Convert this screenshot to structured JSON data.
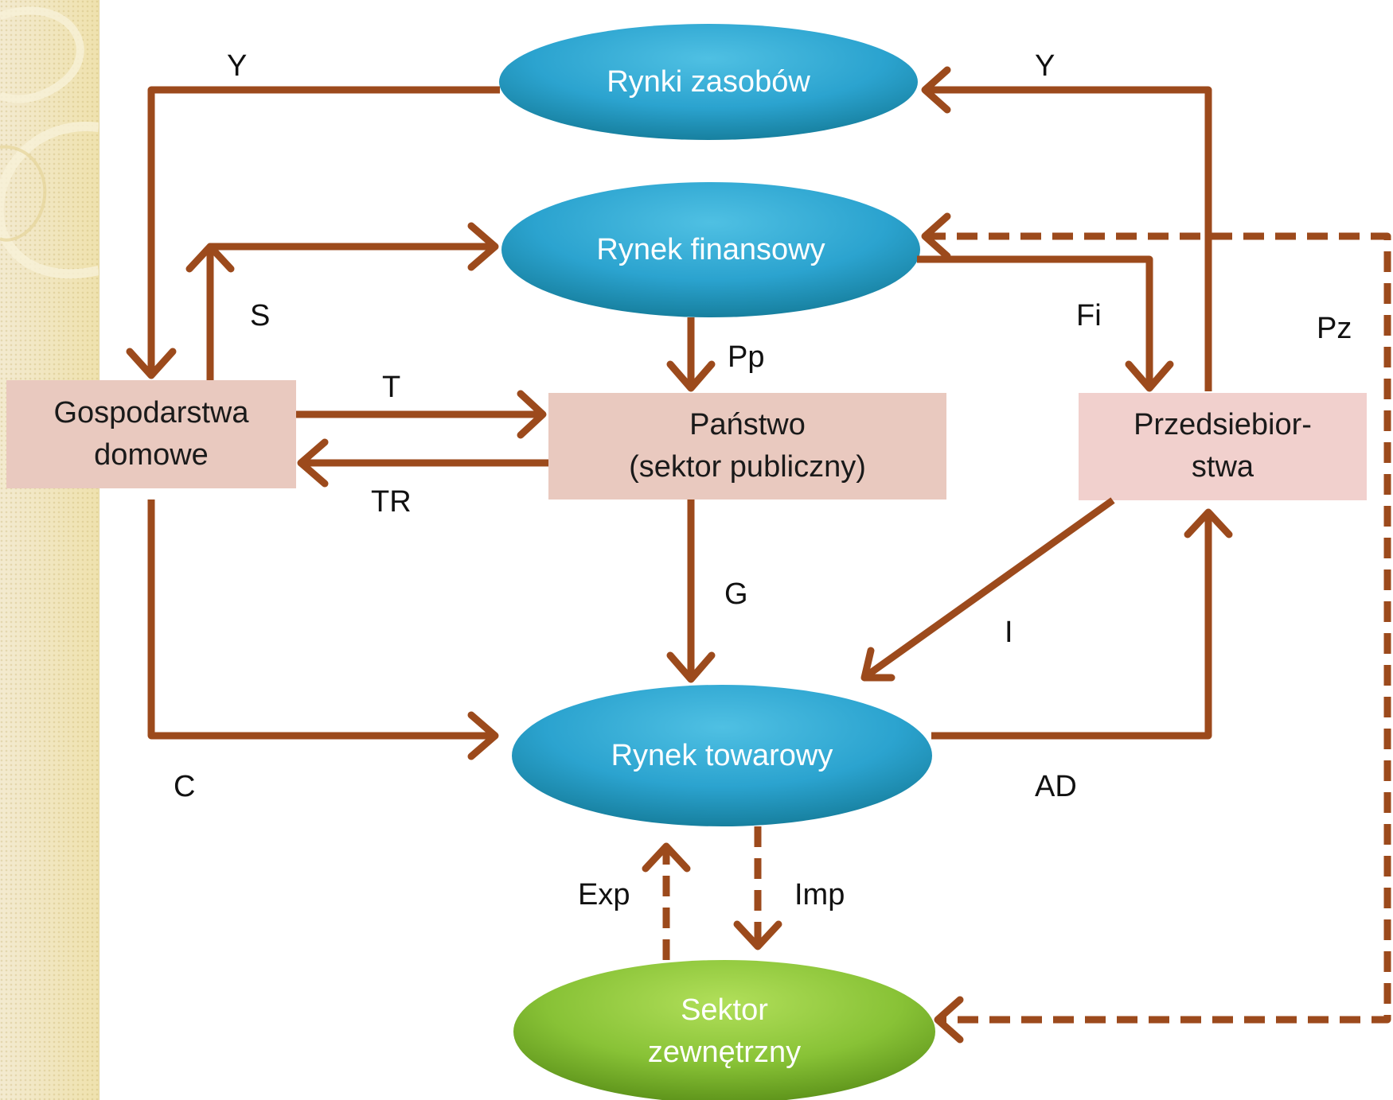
{
  "colors": {
    "arrow": "#9c4a1c",
    "market_ellipse_top": "#45b5d9",
    "market_ellipse_bottom": "#1b8bb3",
    "external_ellipse_top": "#a6d74c",
    "external_ellipse_bottom": "#6da61e",
    "sector_box": "#e9c9bf",
    "enterprise_box": "#f1d0cd",
    "sidebar": "#efe4b2"
  },
  "nodes": {
    "rynki_zasobow": "Rynki zasobów",
    "rynek_finansowy": "Rynek finansowy",
    "rynek_towarowy": "Rynek towarowy",
    "sektor_zewnetrzny": [
      "Sektor",
      "zewnętrzny"
    ],
    "gospodarstwa_domowe": [
      "Gospodarstwa",
      "domowe"
    ],
    "panstwo": [
      "Państwo",
      "(sektor publiczny)"
    ],
    "przedsiebiorstwa": [
      "Przedsiebior-",
      "stwa"
    ]
  },
  "flows": {
    "y_left": "Y",
    "y_right": "Y",
    "s": "S",
    "t": "T",
    "tr": "TR",
    "pp": "Pp",
    "fi": "Fi",
    "pz": "Pz",
    "g": "G",
    "i": "I",
    "c": "C",
    "ad": "AD",
    "exp": "Exp",
    "imp": "Imp"
  }
}
